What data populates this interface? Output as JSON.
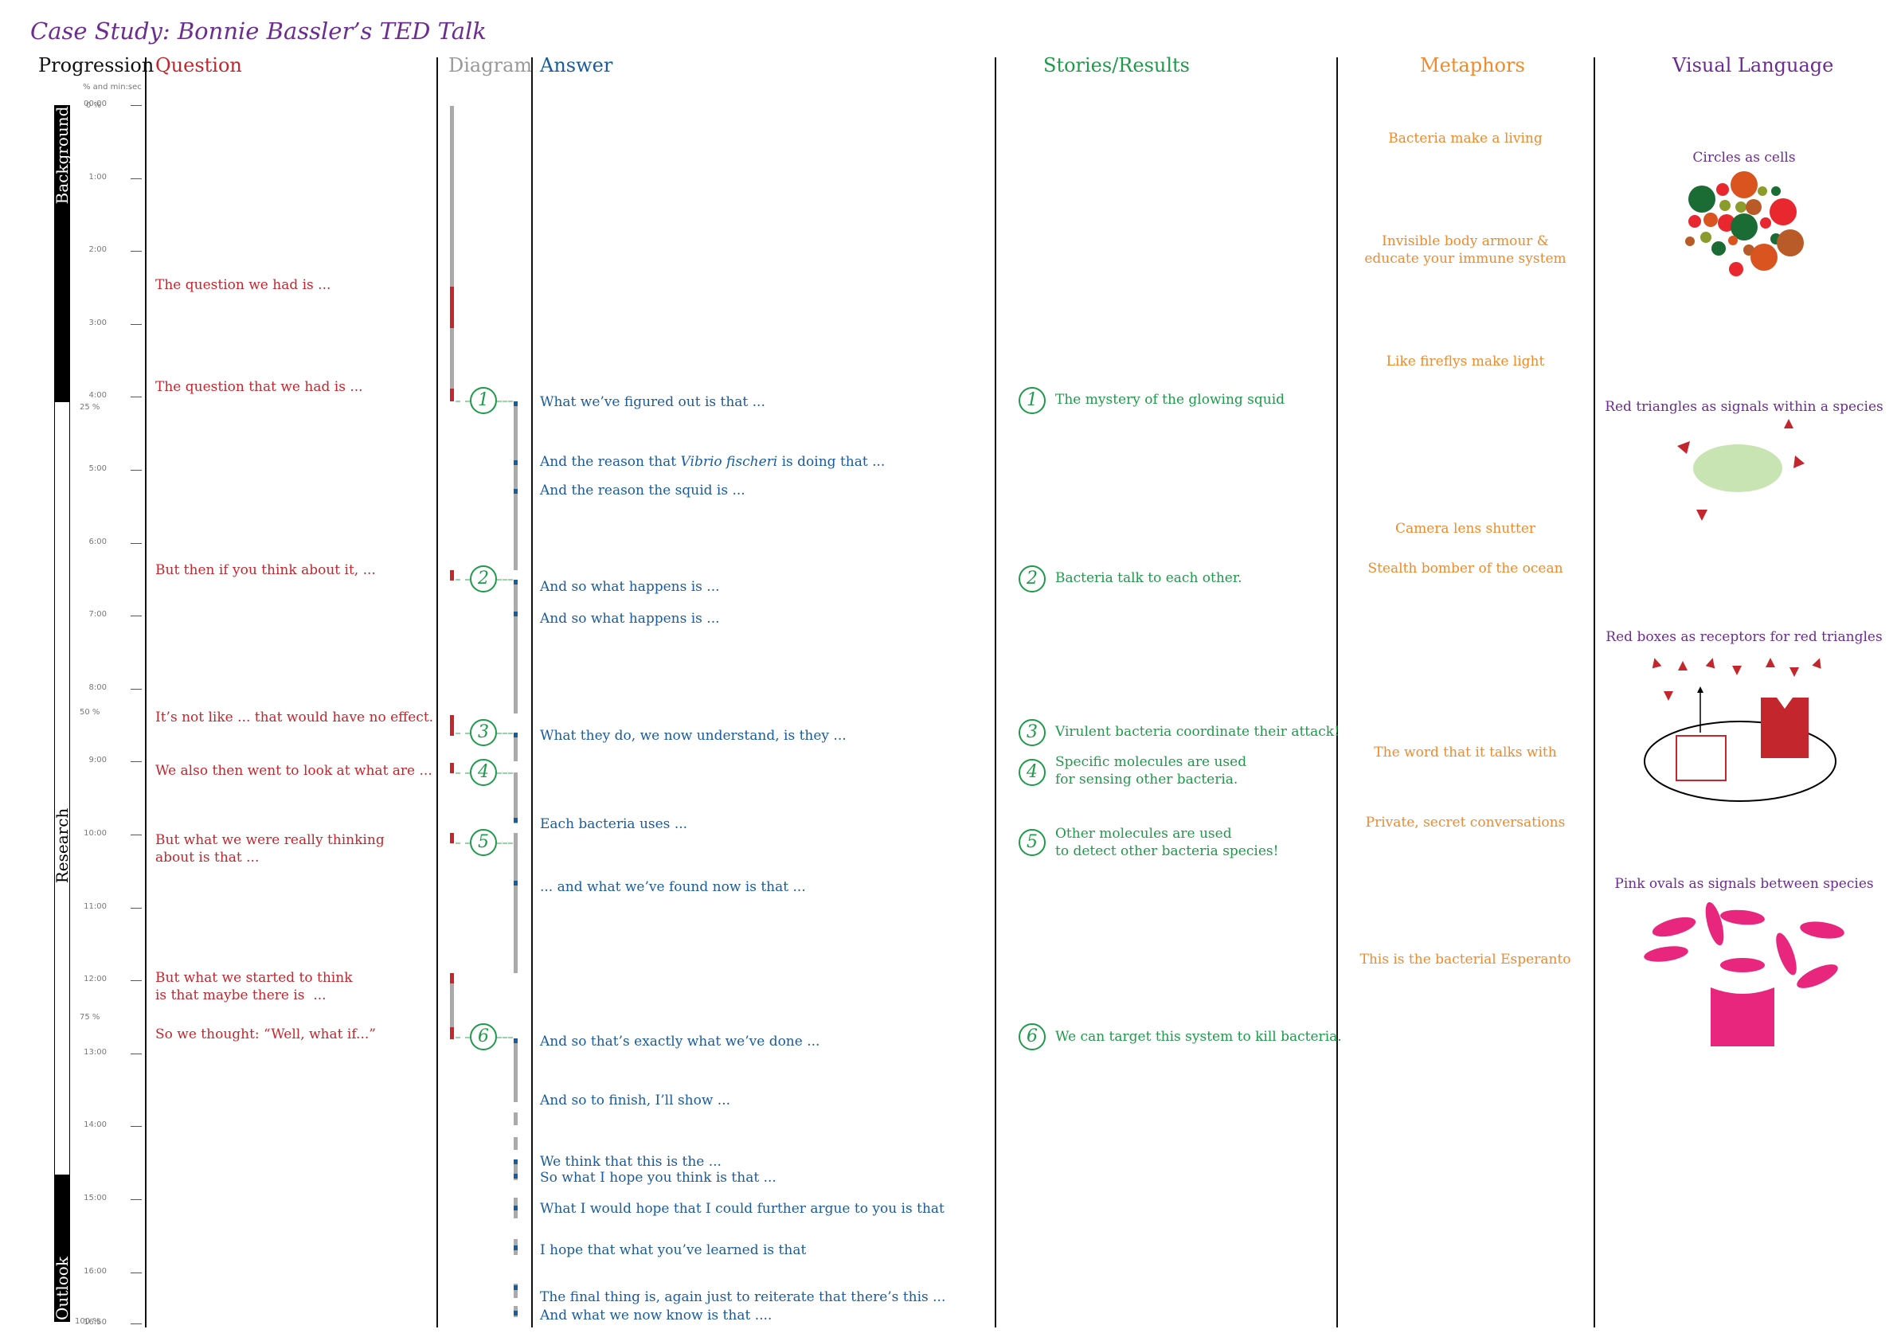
{
  "title": "Case Study: Bonnie Bassler’s TED Talk",
  "headers": {
    "progression": "Progression",
    "progression_sub": "% and min:sec",
    "question": "Question",
    "diagram": "Diagram",
    "answer": "Answer",
    "stories": "Stories/Results",
    "metaphors": "Metaphors",
    "visual": "Visual Language"
  },
  "colors": {
    "question": "#c4262e",
    "answer": "#1a5b9c",
    "stories": "#1e9a4a",
    "metaphors": "#f08a2a",
    "visual": "#6b2d8f",
    "diagram_header": "#999999"
  },
  "timeline": {
    "ticks": [
      "00:00",
      "1:00",
      "2:00",
      "3:00",
      "4:00",
      "5:00",
      "6:00",
      "7:00",
      "8:00",
      "9:00",
      "10:00",
      "11:00",
      "12:00",
      "13:00",
      "14:00",
      "15:00",
      "16:00",
      "16:50"
    ],
    "percents": [
      "0 %",
      "25 %",
      "50 %",
      "75 %",
      "100 %"
    ],
    "phases": [
      "Background",
      "Research",
      "Outlook"
    ]
  },
  "questions": [
    "The question we had is ...",
    "The question that we had is ...",
    "But then if you think about it, ...",
    "It’s not like ... that would have no effect.",
    "We also then went to look at what are ...",
    "But what we were really thinking\nabout is that ...",
    "But what we started to think\nis that maybe there is  ...",
    "So we thought: “Well, what if...”"
  ],
  "answers": [
    "What we’ve figured out is that ...",
    "And the reason that Vibrio fischeri is doing that ...",
    "And the reason the squid is ...",
    "And so what happens is ...",
    "And so what happens is ...",
    "What they do, we now understand, is they ...",
    "Each bacteria uses ...",
    "... and what we’ve found now is that ...",
    "And so that’s exactly what we’ve done ...",
    "And so to finish, I’ll show ...",
    "We think that this is the ...",
    "So what I hope you think is that ...",
    "What I would hope that I could further argue to you is that",
    "I hope that what you’ve learned is that",
    "The final thing is, again just to reiterate that there’s this ...",
    "And what we now know is that ...."
  ],
  "answer_italic": {
    "before": "And the reason that ",
    "italic": "Vibrio fischeri",
    "after": " is doing that ..."
  },
  "numbers": [
    "1",
    "2",
    "3",
    "4",
    "5",
    "6"
  ],
  "stories": [
    "The mystery of the glowing squid",
    "Bacteria talk to each other.",
    "Virulent bacteria coordinate their attack!",
    "Specific molecules are used\nfor sensing other bacteria.",
    "Other molecules are used\nto detect other bacteria species!",
    "We can target this system to kill bacteria."
  ],
  "metaphors": [
    "Bacteria make a living",
    "Invisible body armour &\neducate your immune system",
    "Like fireflys make light",
    "Camera lens shutter",
    "Stealth bomber of the ocean",
    "The word that it talks with",
    "Private, secret conversations",
    "This is the bacterial Esperanto"
  ],
  "visual_language": [
    "Circles as cells",
    "Red triangles as signals within a species",
    "Red boxes as receptors for red triangles",
    "Pink ovals as signals between species"
  ]
}
